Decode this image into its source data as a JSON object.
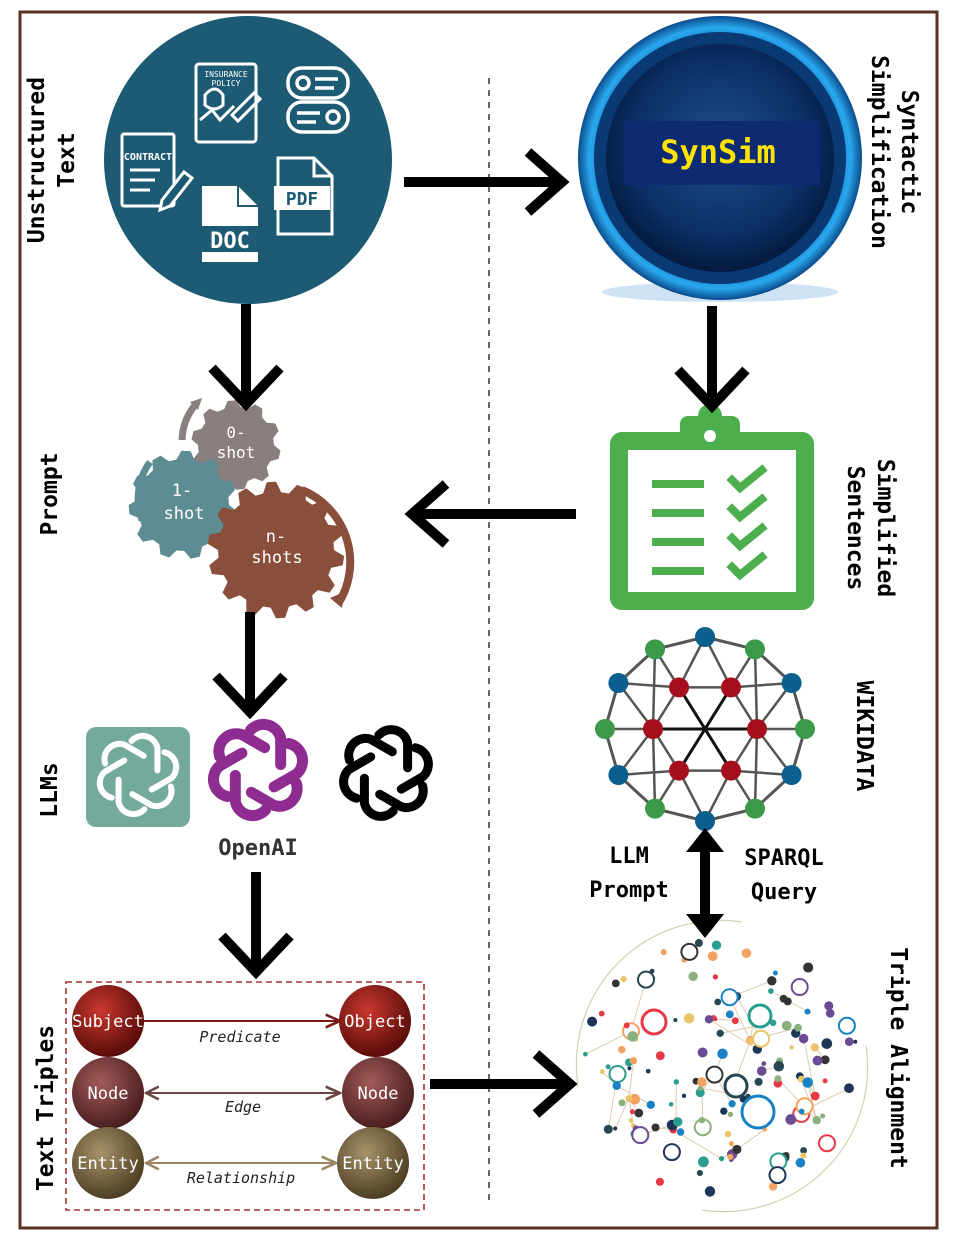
{
  "labels": {
    "unstructured_line1": "Unstructured",
    "unstructured_line2": "Text",
    "syntactic_line1": "Syntactic",
    "syntactic_line2": "Simplification",
    "prompt": "Prompt",
    "simplified_line1": "Simplified",
    "simplified_line2": "Sentences",
    "llms": "LLMs",
    "wikidata": "WIKIDATA",
    "llm_prompt_line1": "LLM",
    "llm_prompt_line2": "Prompt",
    "sparql_line1": "SPARQL",
    "sparql_line2": "Query",
    "text_triples": "Text Triples",
    "triple_alignment": "Triple Alignment"
  },
  "documents": {
    "insurance_line1": "INSURANCE",
    "insurance_line2": "POLICY",
    "contract": "CONTRACT",
    "doc": "DOC",
    "pdf": "PDF"
  },
  "synsim": "SynSim",
  "gears": {
    "zero_line1": "0-",
    "zero_line2": "shot",
    "one_line1": "1-",
    "one_line2": "shot",
    "n_line1": "n-",
    "n_line2": "shots"
  },
  "openai": "OpenAI",
  "triples": [
    {
      "left": "Subject",
      "edge": "Predicate",
      "right": "Object"
    },
    {
      "left": "Node",
      "edge": "Edge",
      "right": "Node"
    },
    {
      "left": "Entity",
      "edge": "Relationship",
      "right": "Entity"
    }
  ],
  "colors": {
    "border": "#5a3020",
    "doc_circle": "#1d5a73",
    "synsim_ring": "#1a86d0",
    "synsim_text": "#ffe400",
    "clipboard": "#4cae4c",
    "gear_zero": "#8a7f7f",
    "gear_one": "#5e8c93",
    "gear_n": "#8a4f3a",
    "openai_teal": "#74aa9c",
    "openai_purple": "#8e2c91",
    "graph_blue": "#0a5f8f",
    "graph_red": "#a50f1d",
    "graph_green": "#3a9a4a",
    "dashed_box": "#a83232"
  }
}
